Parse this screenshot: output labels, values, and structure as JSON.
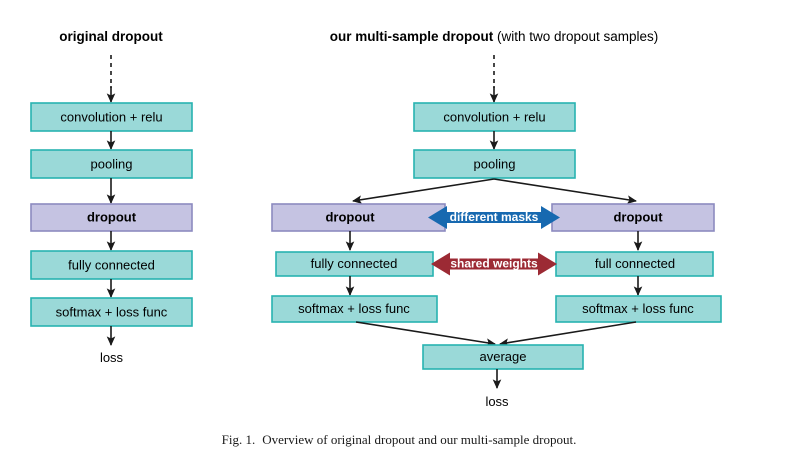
{
  "figure": {
    "caption_label": "Fig. 1.",
    "caption_text": "Overview of original dropout and our multi-sample dropout."
  },
  "colors": {
    "teal_fill": "#9ad9d8",
    "teal_stroke": "#27b3b0",
    "purple_fill": "#c5c3e2",
    "purple_stroke": "#8c8ac0",
    "blue_arrow": "#1769b0",
    "red_arrow": "#9c2a34",
    "line": "#1a1a1a",
    "text": "#000000",
    "band_text": "#ffffff",
    "background": "#ffffff"
  },
  "left_panel": {
    "title_bold": "original dropout",
    "title_rest": "",
    "input_arrow_style": "dashed",
    "nodes": [
      {
        "id": "conv",
        "label": "convolution + relu",
        "kind": "teal",
        "bold": false
      },
      {
        "id": "pool",
        "label": "pooling",
        "kind": "teal",
        "bold": false
      },
      {
        "id": "dropout",
        "label": "dropout",
        "kind": "purple",
        "bold": true
      },
      {
        "id": "fc",
        "label": "fully connected",
        "kind": "teal",
        "bold": false
      },
      {
        "id": "softmax",
        "label": "softmax + loss func",
        "kind": "teal",
        "bold": false
      }
    ],
    "output_label": "loss"
  },
  "right_panel": {
    "title_bold": "our multi-sample dropout",
    "title_rest": " (with two dropout samples)",
    "input_arrow_style": "dashed",
    "shared_nodes": [
      {
        "id": "conv",
        "label": "convolution + relu",
        "kind": "teal",
        "bold": false
      },
      {
        "id": "pool",
        "label": "pooling",
        "kind": "teal",
        "bold": false
      }
    ],
    "branch_left": [
      {
        "id": "dropout-l",
        "label": "dropout",
        "kind": "purple",
        "bold": true
      },
      {
        "id": "fc-l",
        "label": "fully connected",
        "kind": "teal",
        "bold": false
      },
      {
        "id": "softmax-l",
        "label": "softmax + loss func",
        "kind": "teal",
        "bold": false
      }
    ],
    "branch_right": [
      {
        "id": "dropout-r",
        "label": "dropout",
        "kind": "purple",
        "bold": true
      },
      {
        "id": "fc-r",
        "label": "full connected",
        "kind": "teal",
        "bold": false
      },
      {
        "id": "softmax-r",
        "label": "softmax + loss func",
        "kind": "teal",
        "bold": false
      }
    ],
    "merge_node": {
      "id": "average",
      "label": "average",
      "kind": "teal",
      "bold": false
    },
    "output_label": "loss",
    "relations": [
      {
        "id": "different-masks",
        "label": "different masks",
        "color": "#1769b0"
      },
      {
        "id": "shared-weights",
        "label": "shared weights",
        "color": "#9c2a34"
      }
    ]
  }
}
